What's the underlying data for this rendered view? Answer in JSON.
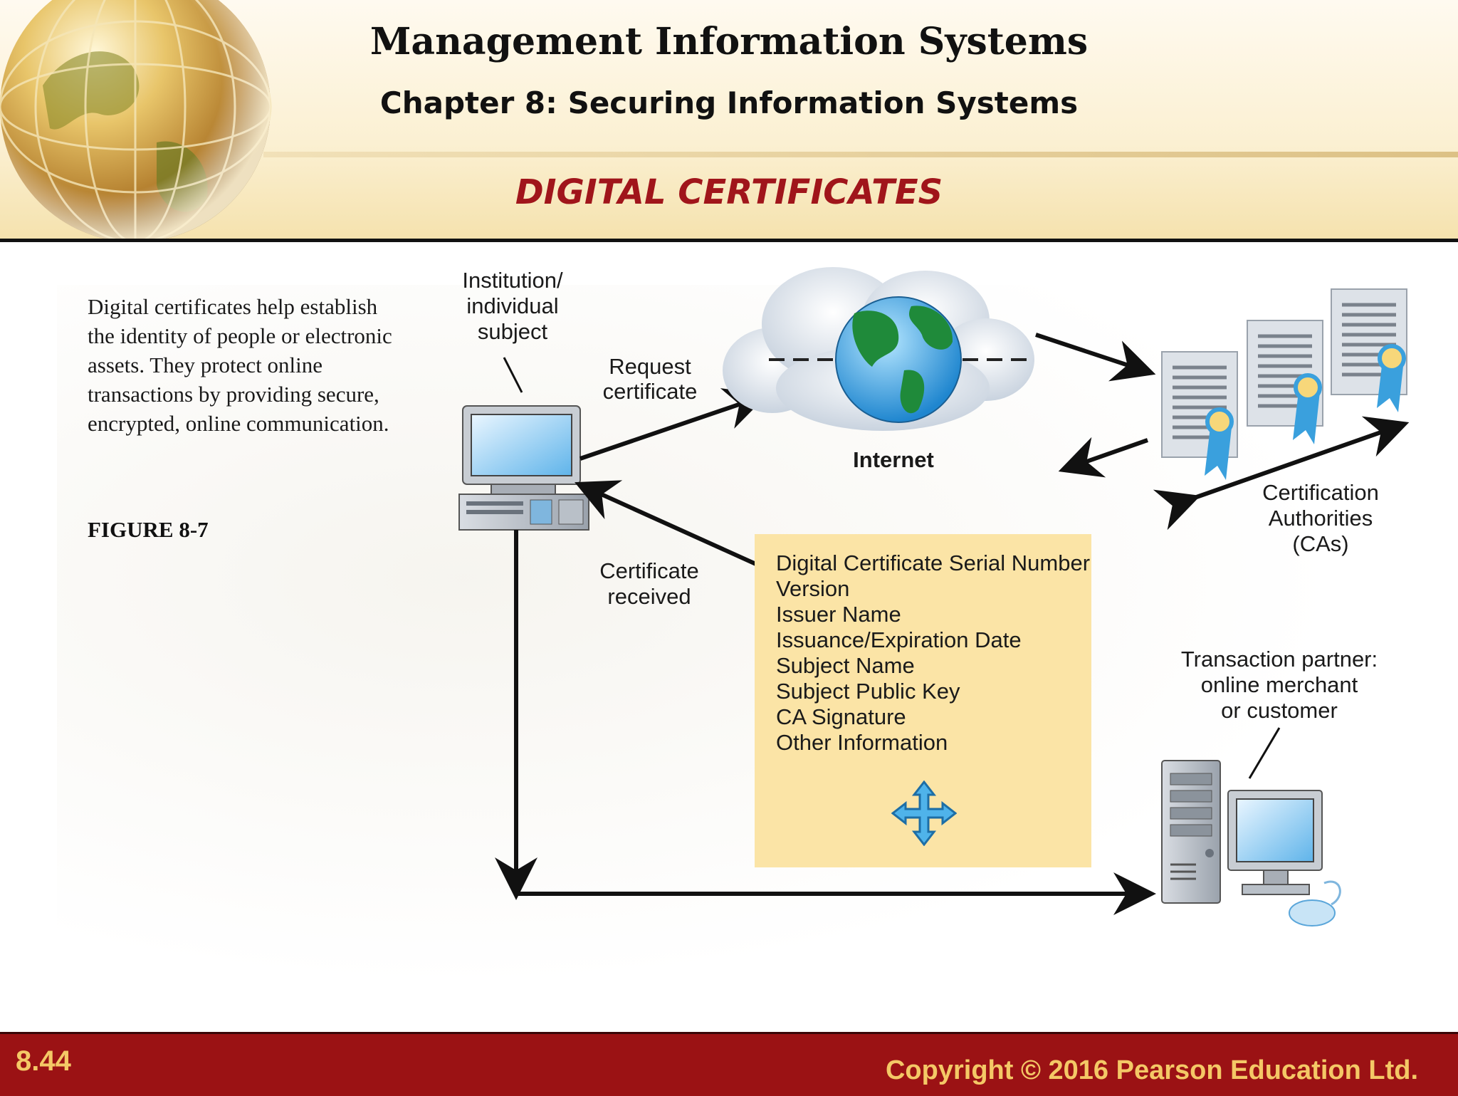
{
  "header": {
    "title": "Management Information Systems",
    "subtitle": "Chapter 8: Securing Information Systems",
    "slide_title": "DIGITAL CERTIFICATES"
  },
  "body": {
    "description": "Digital certificates help establish the identity of people or electronic assets. They protect online transactions by providing secure, encrypted, online communication.",
    "figure_label": "FIGURE 8-7"
  },
  "diagram": {
    "subject_label": [
      "Institution/",
      "individual",
      "subject"
    ],
    "request_label": [
      "Request",
      "certificate"
    ],
    "internet_label": "Internet",
    "ca_label": [
      "Certification",
      "Authorities",
      "(CAs)"
    ],
    "received_label": [
      "Certificate",
      "received"
    ],
    "partner_label": [
      "Transaction partner:",
      "online merchant",
      "or customer"
    ],
    "certificate_fields": [
      "Digital Certificate Serial Number",
      "Version",
      "Issuer Name",
      "Issuance/Expiration Date",
      "Subject Name",
      "Subject Public Key",
      "CA Signature",
      "Other Information"
    ]
  },
  "footer": {
    "slide_number": "8.44",
    "copyright": "Copyright © 2016 Pearson Education Ltd."
  },
  "colors": {
    "accent_red": "#a0151b",
    "footer_bg": "#9b1214",
    "footer_text": "#f4c866",
    "info_box": "#fbe4a6"
  }
}
